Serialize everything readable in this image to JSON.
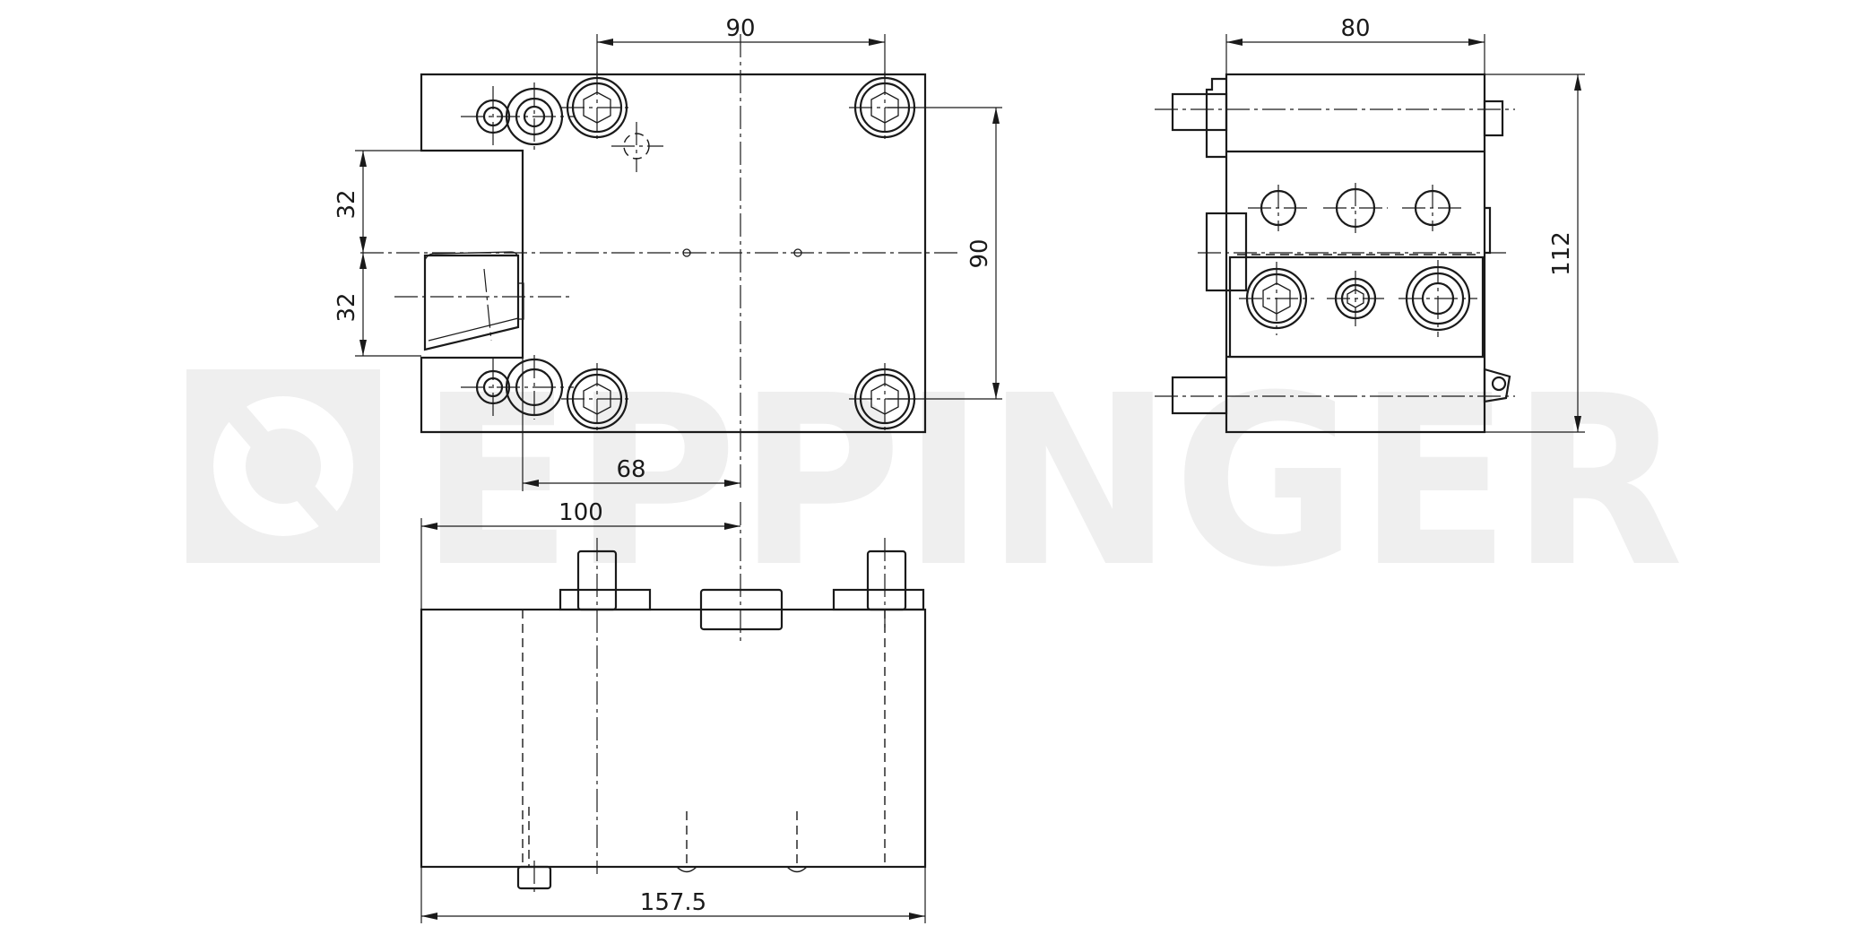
{
  "watermark": {
    "text": "EPPINGER",
    "color": "#efefef"
  },
  "dimensions": {
    "top_width": "90",
    "side_width": "80",
    "upper_offset": "32",
    "lower_offset": "32",
    "top_height": "90",
    "side_height": "112",
    "shank_offset": "68",
    "front_offset": "100",
    "total_length": "157.5"
  },
  "colors": {
    "line": "#1a1a1a",
    "background": "#ffffff"
  }
}
